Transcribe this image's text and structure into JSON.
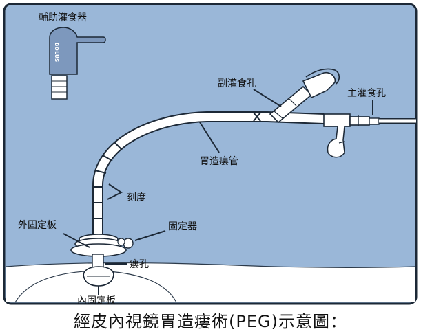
{
  "caption": "經皮內視鏡胃造瘻術(PEG)示意圖：",
  "labels": {
    "bolus_feeder": "輔助灌食器",
    "bolus_text": "BOLUS",
    "side_port": "副灌食孔",
    "main_port": "主灌食孔",
    "tube": "胃造瘻管",
    "markings": "刻度",
    "outer_bumper": "外固定板",
    "fixator": "固定器",
    "stoma": "瘻孔",
    "inner_bumper": "內固定板"
  },
  "colors": {
    "background_blue": "#9ab7d8",
    "border": "#1c2836",
    "tube": "#ffffff",
    "skin_body": "#ffffff"
  }
}
